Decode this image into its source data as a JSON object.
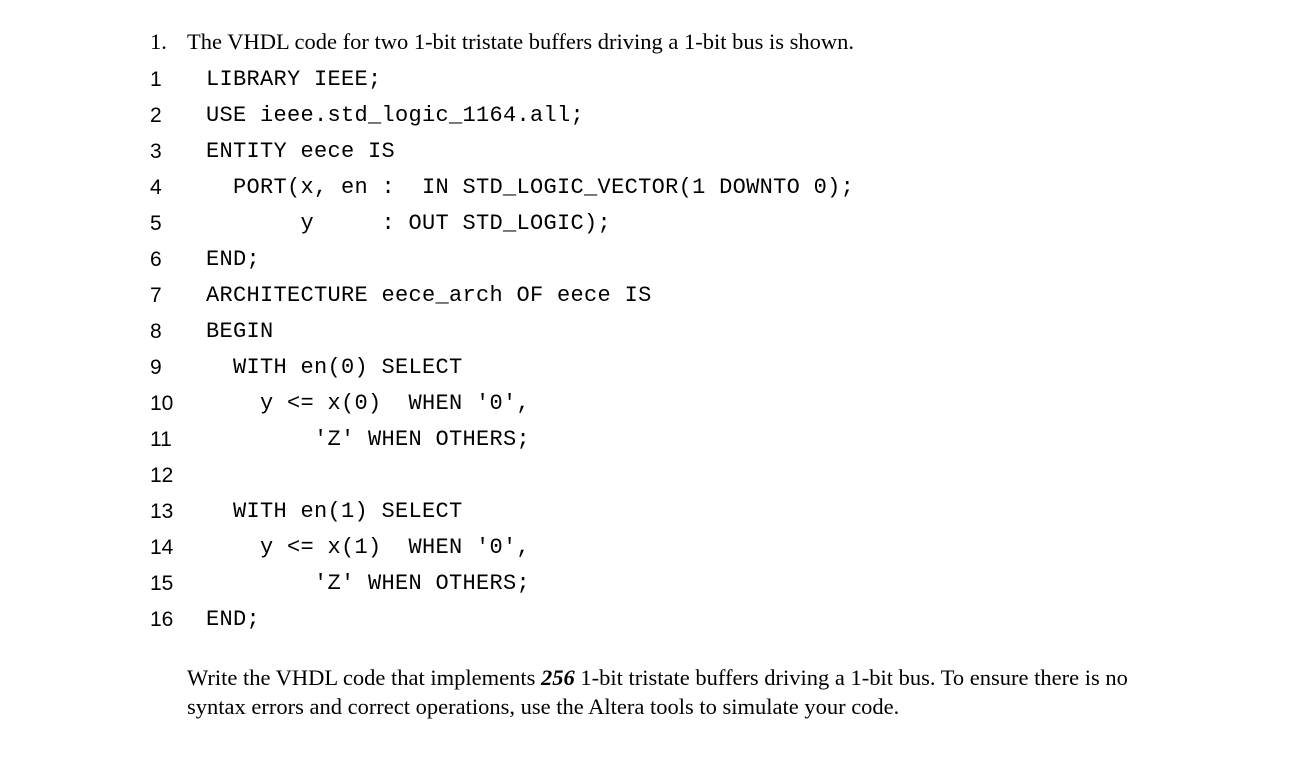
{
  "question": {
    "number": "1.",
    "text": "The VHDL code for two 1-bit tristate buffers driving a 1-bit bus is shown."
  },
  "code": {
    "lines": [
      {
        "num": "1",
        "text": "LIBRARY IEEE;"
      },
      {
        "num": "2",
        "text": "USE ieee.std_logic_1164.all;"
      },
      {
        "num": "3",
        "text": "ENTITY eece IS"
      },
      {
        "num": "4",
        "text": "  PORT(x, en :  IN STD_LOGIC_VECTOR(1 DOWNTO 0);"
      },
      {
        "num": "5",
        "text": "       y     : OUT STD_LOGIC);"
      },
      {
        "num": "6",
        "text": "END;"
      },
      {
        "num": "7",
        "text": "ARCHITECTURE eece_arch OF eece IS"
      },
      {
        "num": "8",
        "text": "BEGIN"
      },
      {
        "num": "9",
        "text": "  WITH en(0) SELECT"
      },
      {
        "num": "10",
        "text": "    y <= x(0)  WHEN '0',"
      },
      {
        "num": "11",
        "text": "        'Z' WHEN OTHERS;"
      },
      {
        "num": "12",
        "text": ""
      },
      {
        "num": "13",
        "text": "  WITH en(1) SELECT"
      },
      {
        "num": "14",
        "text": "    y <= x(1)  WHEN '0',"
      },
      {
        "num": "15",
        "text": "        'Z' WHEN OTHERS;"
      },
      {
        "num": "16",
        "text": "END;"
      }
    ]
  },
  "instructions": {
    "before": "Write the VHDL code that implements ",
    "emphasis": "256",
    "after": " 1-bit tristate buffers driving a 1-bit bus. To ensure there is no syntax errors and correct operations, use the Altera tools to simulate your code."
  }
}
